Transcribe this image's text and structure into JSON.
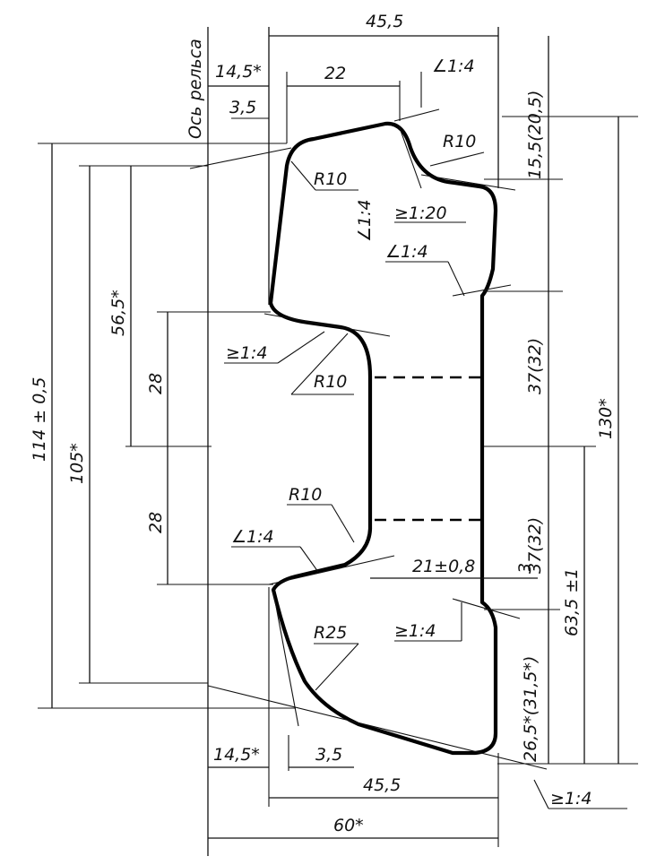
{
  "labels": {
    "axis_label": "Ось рельса",
    "top_width": "45,5",
    "top_left_offset": "14,5*",
    "head_22": "22",
    "head_3_5": "3,5",
    "slope_head_top": "∠1:4",
    "head_height_right": "15,5(20,5)",
    "r10_head_right": "R10",
    "r10_head_left": "R10",
    "slope_1_20": "≥1:20",
    "slope_head_inner": "∠1:4",
    "slope_head_lower": "∠1:4",
    "dim_114": "114 ± 0,5",
    "dim_105": "105*",
    "dim_56_5": "56,5*",
    "dim_28_top": "28",
    "dim_28_bottom": "28",
    "slope_neck_top": "≥1:4",
    "r10_neck_top": "R10",
    "dim_37_top": "37(32)",
    "dim_130": "130*",
    "r10_neck_bottom": "R10",
    "slope_neck_bottom": "∠1:4",
    "dim_21": "21±0,8",
    "dim_3": "3",
    "dim_37_bottom": "37(32)",
    "dim_63_5": "63,5 ±1",
    "slope_foot_inner": "≥1:4",
    "r25_foot": "R25",
    "dim_26_5": "26,5*(31,5*)",
    "bottom_left_offset": "14,5*",
    "bottom_3_5": "3,5",
    "bottom_width": "45,5",
    "overall_width": "60*",
    "slope_foot_outer": "≥1:4"
  }
}
